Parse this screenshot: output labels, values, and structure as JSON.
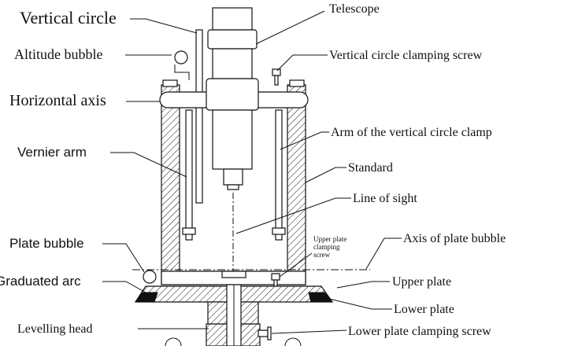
{
  "labels": {
    "vertical_circle": "Vertical circle",
    "telescope": "Telescope",
    "altitude_bubble": "Altitude bubble",
    "vertical_circle_clamping_screw": "Vertical circle clamping screw",
    "horizontal_axis": "Horizontal axis",
    "arm_vertical_circle_clamp": "Arm of the vertical circle clamp",
    "vernier_arm": "Vernier arm",
    "standard": "Standard",
    "line_of_sight": "Line of sight",
    "plate_bubble": "Plate bubble",
    "upper_plate_clamping_screw_1": "Upper plate",
    "upper_plate_clamping_screw_2": "clamping",
    "upper_plate_clamping_screw_3": "screw",
    "axis_of_plate_bubble": "Axis of plate bubble",
    "graduated_arc": "Graduated arc",
    "upper_plate": "Upper plate",
    "lower_plate": "Lower plate",
    "levelling_head": "Levelling head",
    "lower_plate_clamping_screw": "Lower plate clamping screw"
  }
}
